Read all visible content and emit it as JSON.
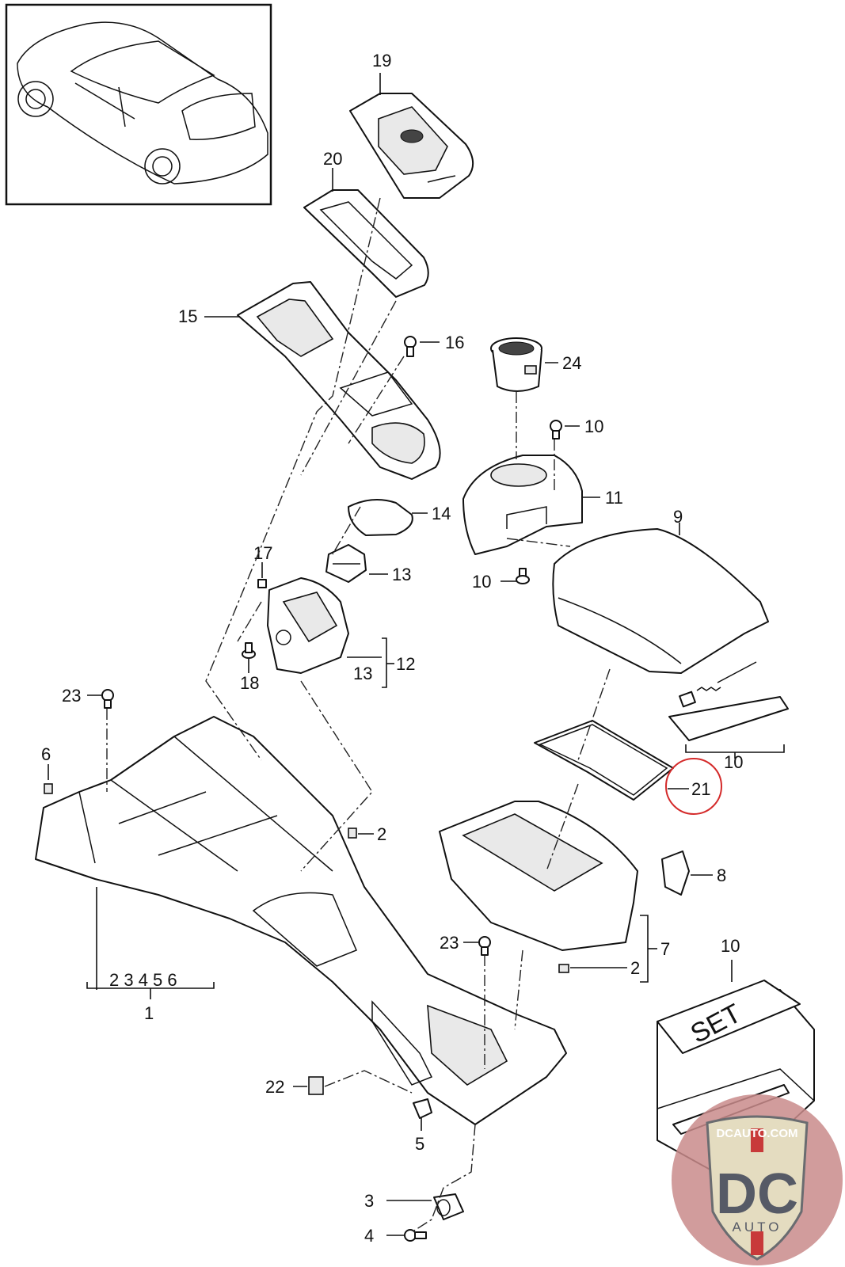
{
  "diagram": {
    "inset_label": "vehicle-overview",
    "callouts": {
      "c1": "1",
      "c1_group": "2 3 4 5 6",
      "c2a": "2",
      "c2b": "2",
      "c3": "3",
      "c4": "4",
      "c5": "5",
      "c6": "6",
      "c7": "7",
      "c8": "8",
      "c9": "9",
      "c10a": "10",
      "c10b": "10",
      "c10c": "10",
      "c10d": "10",
      "c11": "11",
      "c12": "12",
      "c13a": "13",
      "c13b": "13",
      "c14": "14",
      "c15": "15",
      "c16": "16",
      "c17": "17",
      "c18": "18",
      "c19": "19",
      "c20": "20",
      "c21": "21",
      "c22": "22",
      "c23a": "23",
      "c23b": "23",
      "c24": "24"
    },
    "set_box_label": "SET",
    "highlighted_part": "21",
    "highlight_color": "#d42a2a",
    "watermark": {
      "site": "DCAUTO.COM",
      "logo": "DC",
      "sub": "AUTO",
      "disc_color": "#c98b8b",
      "shield_color": "#e4dcc0",
      "letter_color": "#565a66",
      "stripe_color": "#c83a3a"
    }
  }
}
